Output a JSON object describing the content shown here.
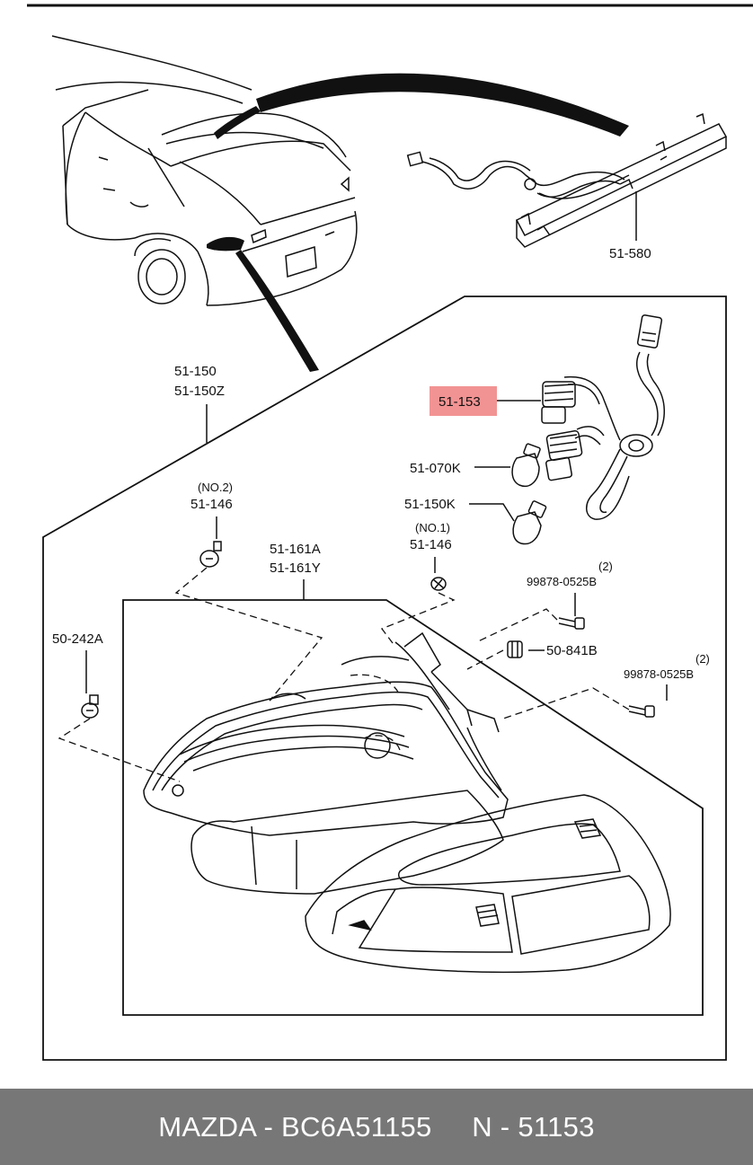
{
  "diagram": {
    "labels": {
      "part_51580": "51-580",
      "part_51150": "51-150",
      "part_51150z": "51-150Z",
      "part_51153": "51-153",
      "part_51070k": "51-070K",
      "part_51150k": "51-150K",
      "no2": "(NO.2)",
      "part_51146_a": "51-146",
      "no1": "(NO.1)",
      "part_51146_b": "51-146",
      "part_51161a": "51-161A",
      "part_51161y": "51-161Y",
      "part_50242a": "50-242A",
      "qty_1": "(2)",
      "part_99878_1": "99878-0525B",
      "part_50841b": "50-841B",
      "qty_2": "(2)",
      "part_99878_2": "99878-0525B"
    },
    "highlight_color": "#f08080"
  },
  "footer": {
    "brand": "MAZDA",
    "part_number": "BC6A51155",
    "ref_prefix": "N",
    "ref_number": "51153",
    "bg_color": "#777777"
  }
}
